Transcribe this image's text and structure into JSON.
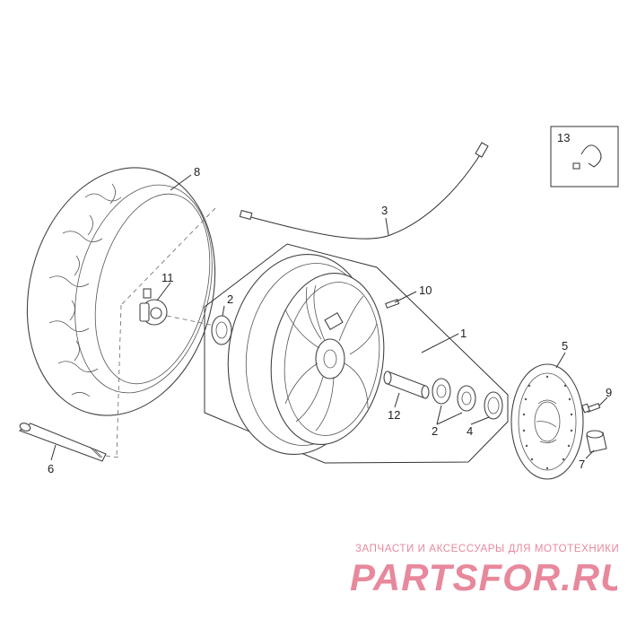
{
  "callouts": {
    "c1": "1",
    "c2a": "2",
    "c2b": "2",
    "c3": "3",
    "c4": "4",
    "c5": "5",
    "c6": "6",
    "c7": "7",
    "c8": "8",
    "c9": "9",
    "c10": "10",
    "c11": "11",
    "c12": "12",
    "c13": "13"
  },
  "watermark": {
    "subtitle": "ЗАПЧАСТИ И АКСЕССУАРЫ ДЛЯ МОТОТЕХНИКИ",
    "logo_text": "PARTSFOR.RU",
    "color": "#e8889c"
  },
  "colors": {
    "line": "#333333",
    "background": "#ffffff"
  }
}
